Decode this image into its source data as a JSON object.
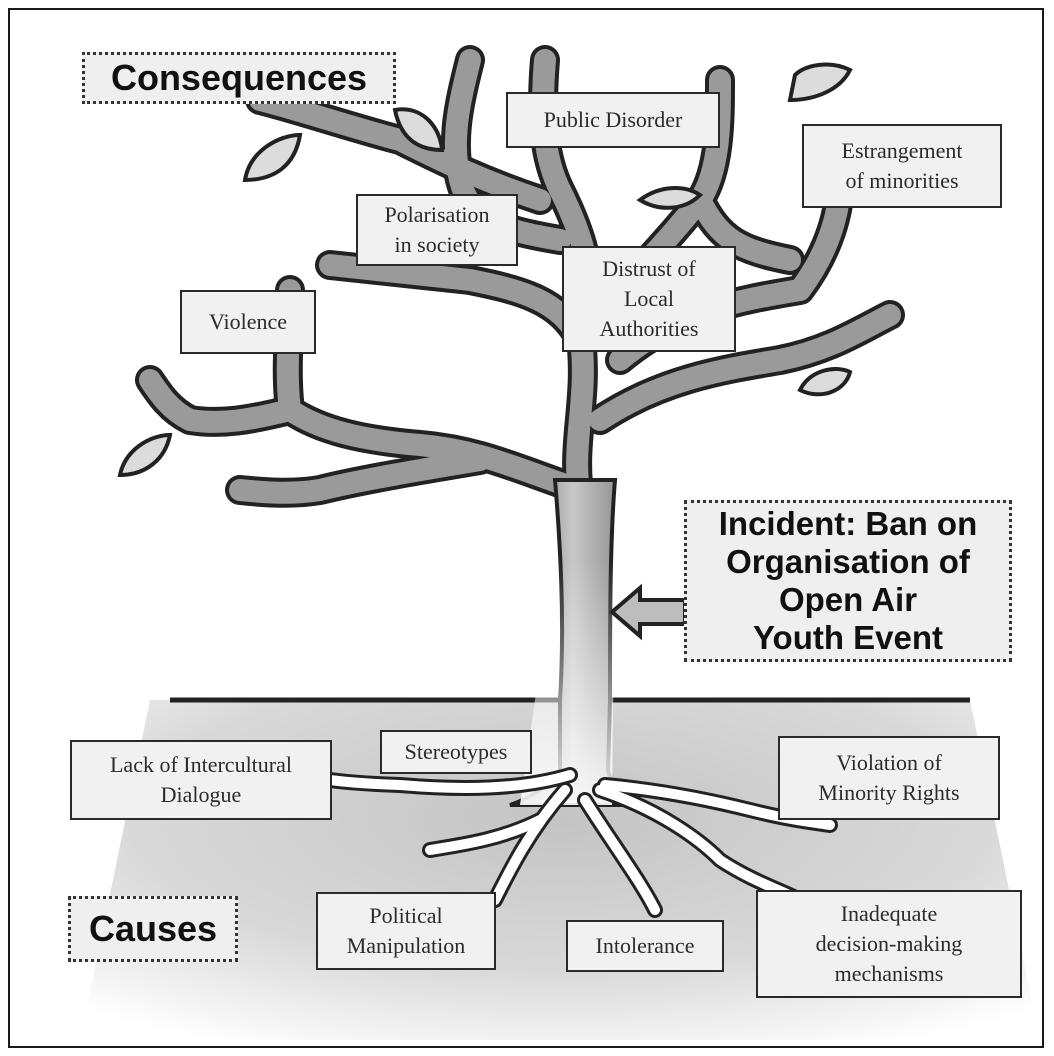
{
  "headings": {
    "consequences": "Consequences",
    "causes": "Causes",
    "incident": "Incident: Ban on\nOrganisation of\nOpen Air\nYouth Event"
  },
  "consequences": {
    "public_disorder": "Public Disorder",
    "estrangement": "Estrangement\nof minorities",
    "polarisation": "Polarisation\nin society",
    "distrust": "Distrust of\nLocal\nAuthorities",
    "violence": "Violence"
  },
  "causes": {
    "lack_dialogue": "Lack of Intercultural\nDialogue",
    "stereotypes": "Stereotypes",
    "minority_rights": "Violation of\nMinority Rights",
    "political_manipulation": "Political\nManipulation",
    "intolerance": "Intolerance",
    "decision_making": "Inadequate\ndecision-making\nmechanisms"
  }
}
